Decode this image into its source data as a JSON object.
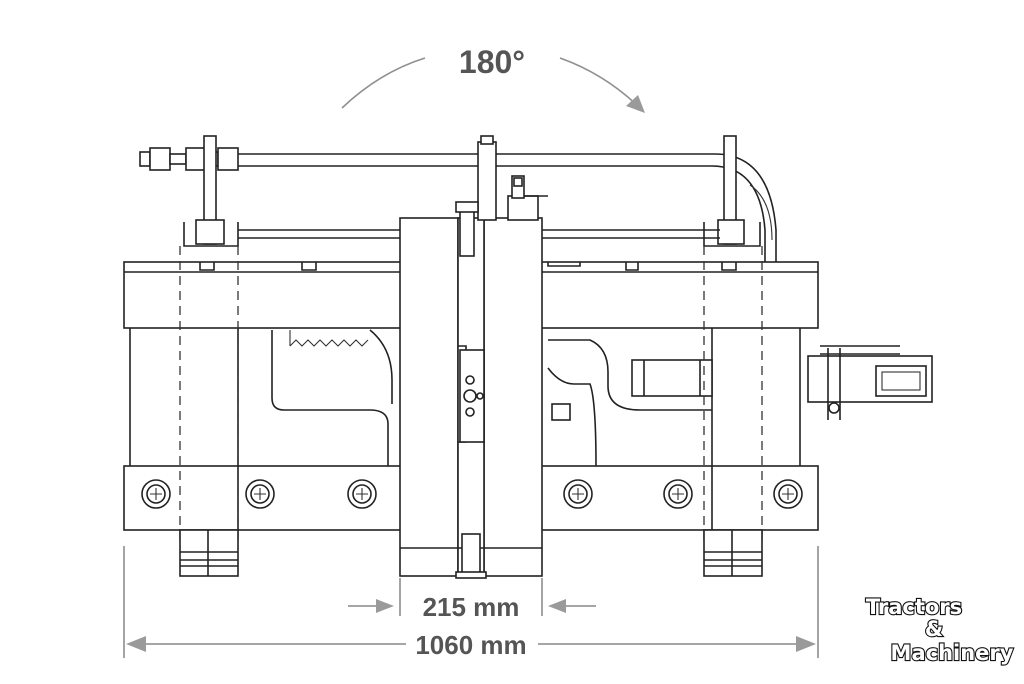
{
  "diagram": {
    "rotation_label": "180°",
    "dimensions": [
      {
        "value": "215 mm"
      },
      {
        "value": "1060 mm"
      }
    ]
  },
  "watermark": {
    "line1": "Tractors",
    "line2": "&",
    "line3": "Machinery"
  }
}
